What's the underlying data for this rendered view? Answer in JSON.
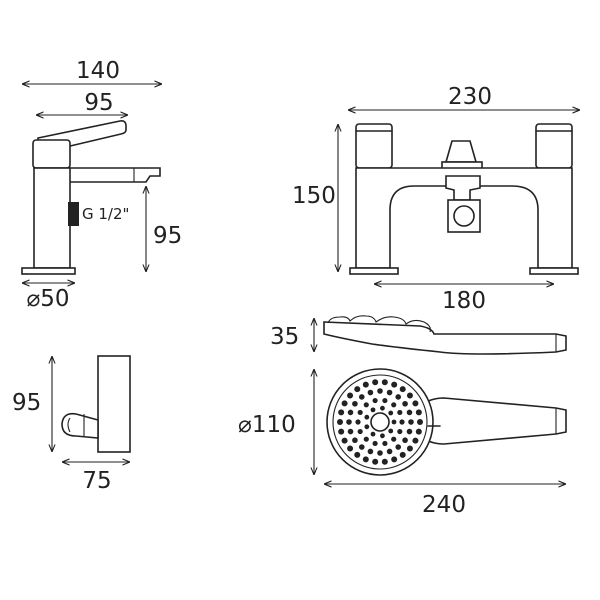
{
  "basin_mixer": {
    "overall_width": "140",
    "spout_reach": "95",
    "height": "95",
    "thread": "G 1/2\"",
    "base_diameter": "⌀50"
  },
  "bath_shower_mixer": {
    "overall_width": "230",
    "height": "150",
    "centres": "180"
  },
  "shower_handset": {
    "depth": "35",
    "head_diameter": "⌀110",
    "length": "240"
  },
  "wall_bracket": {
    "height": "95",
    "projection": "75"
  }
}
